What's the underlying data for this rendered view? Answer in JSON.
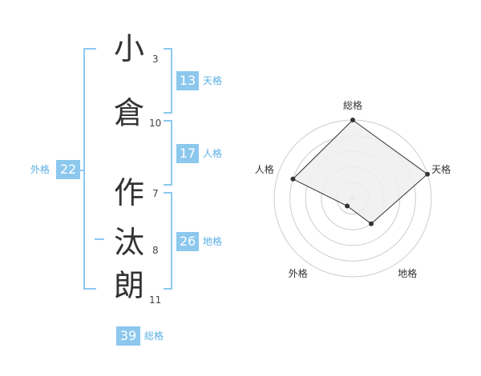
{
  "name": {
    "characters": [
      {
        "char": "小",
        "strokes": "3"
      },
      {
        "char": "倉",
        "strokes": "10"
      },
      {
        "char": "作",
        "strokes": "7"
      },
      {
        "char": "汰",
        "strokes": "8"
      },
      {
        "char": "朗",
        "strokes": "11"
      }
    ]
  },
  "kakusu": {
    "tenkaku": {
      "value": "13",
      "label": "天格"
    },
    "jinkaku": {
      "value": "17",
      "label": "人格"
    },
    "chikaku": {
      "value": "26",
      "label": "地格"
    },
    "gaikaku": {
      "value": "22",
      "label": "外格"
    },
    "soukaku": {
      "value": "39",
      "label": "総格"
    }
  },
  "chart_data": {
    "type": "radar",
    "axes": [
      "総格",
      "天格",
      "地格",
      "外格",
      "人格"
    ],
    "values": [
      5,
      5,
      2,
      0.6,
      4
    ],
    "range": [
      0,
      5
    ],
    "rings": 5,
    "colors": {
      "fill": "#eeeeee",
      "stroke": "#333333",
      "grid": "#cccccc",
      "point": "#333333",
      "center": "#cccccc"
    }
  },
  "colors": {
    "accent": "#8cc8ee",
    "label": "#5ab0e6"
  }
}
